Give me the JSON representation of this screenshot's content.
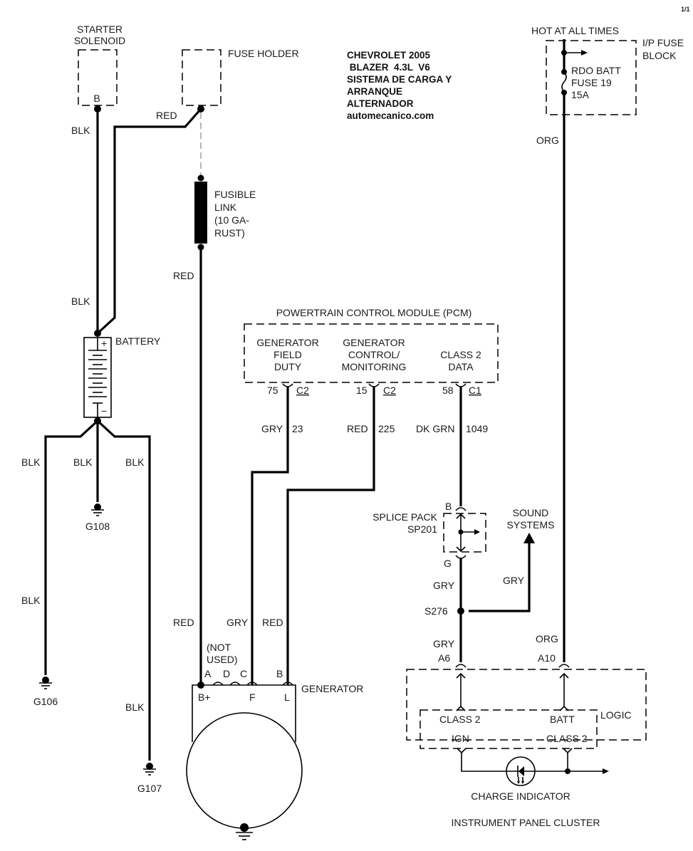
{
  "page_number": "1/1",
  "title": {
    "line1": "CHEVROLET 2005",
    "line2": " BLAZER  4.3L  V6",
    "line3": "SISTEMA DE CARGA Y",
    "line4": "ARRANQUE",
    "line5": "ALTERNADOR",
    "line6": "automecanico.com"
  },
  "starter_solenoid": {
    "label_1": "STARTER",
    "label_2": "SOLENOID",
    "terminal": "B"
  },
  "fuse_holder": {
    "label": "FUSE HOLDER"
  },
  "fusible_link": {
    "l1": "FUSIBLE",
    "l2": "LINK",
    "l3": "(10 GA-",
    "l4": "RUST)"
  },
  "battery": {
    "label": "BATTERY",
    "plus": "+",
    "minus": "−"
  },
  "wires": {
    "blk_solenoid": "BLK",
    "red_fuse": "RED",
    "blk_battery": "BLK",
    "red_link": "RED",
    "blk_left": "BLK",
    "blk_center": "BLK",
    "blk_right": "BLK",
    "blk_g106": "BLK",
    "blk_g107": "BLK",
    "red_bplus": "RED",
    "gry_f": "GRY",
    "red_l": "RED",
    "gry_23_color": "GRY",
    "gry_23_circuit": "23",
    "red_225_color": "RED",
    "red_225_circuit": "225",
    "dkgrn_color": "DK GRN",
    "dkgrn_circuit": "1049",
    "gry_sp": "GRY",
    "gry_sound": "GRY",
    "gry_a6": "GRY",
    "org_a10": "ORG",
    "org_top": "ORG"
  },
  "grounds": {
    "g108": "G108",
    "g106": "G106",
    "g107": "G107"
  },
  "hot_at_all_times": "HOT AT ALL TIMES",
  "ip_fuse_block": {
    "l1": "I/P FUSE",
    "l2": "BLOCK"
  },
  "fuse19": {
    "l1": "RDO BATT",
    "l2": "FUSE 19",
    "l3": "15A"
  },
  "pcm": {
    "title": "POWERTRAIN CONTROL MODULE (PCM)",
    "cells": [
      {
        "l1": "GENERATOR",
        "l2": "FIELD",
        "l3": "DUTY",
        "pin": "75",
        "conn": "C2"
      },
      {
        "l1": "GENERATOR",
        "l2": "CONTROL/",
        "l3": "MONITORING",
        "pin": "15",
        "conn": "C2"
      },
      {
        "l1": "CLASS 2",
        "l2": "DATA",
        "pin": "58",
        "conn": "C1"
      }
    ]
  },
  "splice_pack": {
    "l1": "SPLICE PACK",
    "l2": "SP201",
    "pin_top": "B",
    "pin_bottom": "G"
  },
  "sound_systems": {
    "l1": "SOUND",
    "l2": "SYSTEMS"
  },
  "splice_s276": "S276",
  "generator": {
    "label": "GENERATOR",
    "not_used_1": "(NOT",
    "not_used_2": "USED)",
    "pins": {
      "a": "A",
      "d": "D",
      "c": "C",
      "b": "B"
    },
    "terminals": {
      "bplus": "B+",
      "f": "F",
      "l": "L"
    }
  },
  "ipc": {
    "title": "INSTRUMENT PANEL CLUSTER",
    "pin_a6": "A6",
    "pin_a10": "A10",
    "logic": "LOGIC",
    "class2_in": "CLASS 2",
    "batt": "BATT",
    "ign": "IGN",
    "class2_out": "CLASS 2",
    "charge_indicator": "CHARGE INDICATOR"
  }
}
